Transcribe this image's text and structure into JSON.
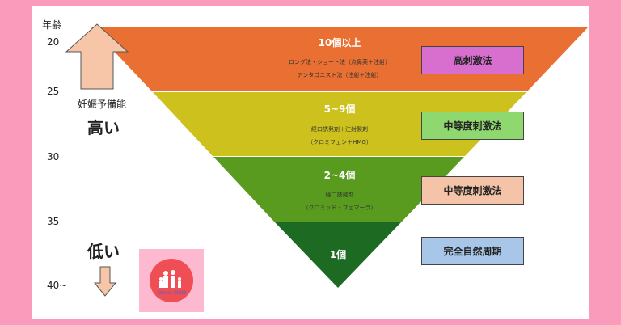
{
  "colors": {
    "background": "#fb9bbb",
    "band1": "#e97032",
    "band2": "#cdc11e",
    "band3": "#589b1f",
    "band4": "#1d6b22"
  },
  "axis": {
    "label": "年齢",
    "ticks": [
      "20",
      "25",
      "30",
      "35",
      "40~"
    ]
  },
  "left": {
    "reserve_label": "妊娠予備能",
    "high": "高い",
    "low": "低い"
  },
  "bands": [
    {
      "title": "10個以上",
      "lines": [
        "ロング法・ショート法（点鼻薬＋注射）",
        "アンタゴニスト法（注射＋注射）"
      ],
      "method": "高刺激法",
      "method_color": "#d86fcf"
    },
    {
      "title": "5~9個",
      "lines": [
        "経口誘発剤＋注射製剤",
        "（クロミフェン＋HMG）"
      ],
      "method": "中等度刺激法",
      "method_color": "#8fd870"
    },
    {
      "title": "2~4個",
      "lines": [
        "経口誘発剤",
        "（クロミッド・フェマーラ）"
      ],
      "method": "中等度刺激法",
      "method_color": "#f5c4a8"
    },
    {
      "title": "1個",
      "lines": [],
      "method": "完全自然周期",
      "method_color": "#a7c6e8"
    }
  ],
  "logo": {
    "text": "Osaka Child"
  }
}
